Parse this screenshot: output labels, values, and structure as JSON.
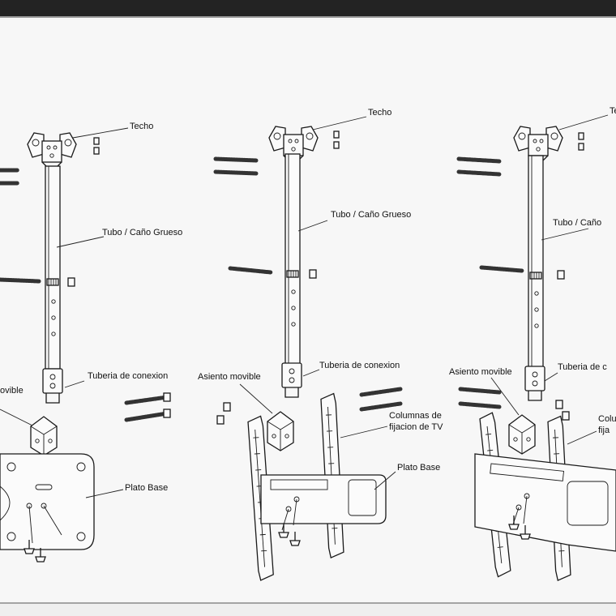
{
  "diagram": {
    "assemblies": [
      {
        "id": "left",
        "labels": {
          "techo": "Techo",
          "tubo": "Tubo / Caño Grueso",
          "tuberia": "Tuberia de conexion",
          "asiento": "ovible",
          "plato": "Plato Base"
        }
      },
      {
        "id": "middle",
        "labels": {
          "techo": "Techo",
          "tubo": "Tubo / Caño Grueso",
          "tuberia": "Tuberia de conexion",
          "asiento": "Asiento movible",
          "columnas_1": "Columnas de",
          "columnas_2": "fijacion de TV",
          "plato": "Plato Base"
        }
      },
      {
        "id": "right",
        "labels": {
          "techo": "Tec",
          "tubo": "Tubo / Caño",
          "tuberia": "Tuberia de c",
          "asiento": "Asiento movible",
          "columnas_1": "Colu",
          "columnas_2": "fija"
        }
      }
    ]
  }
}
